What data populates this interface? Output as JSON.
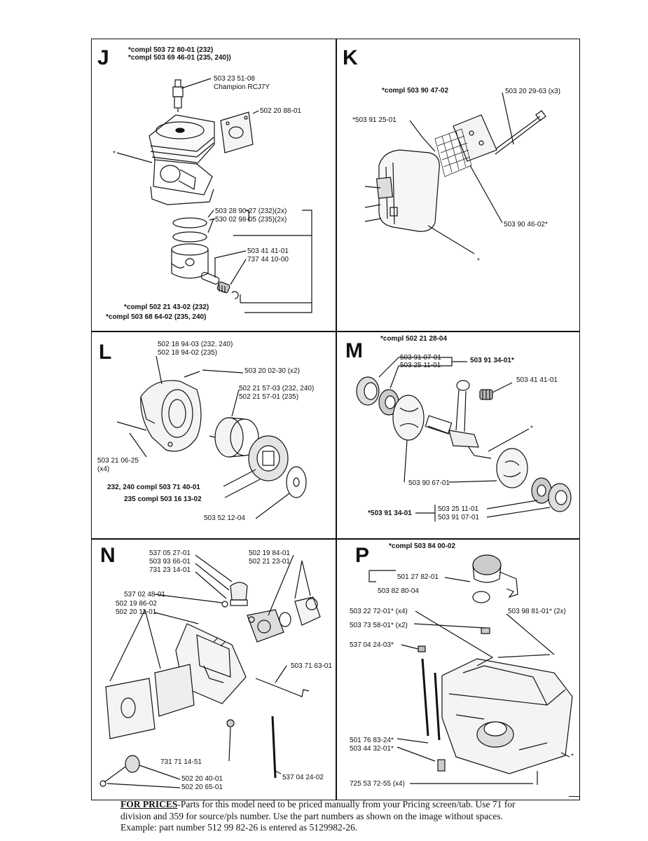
{
  "panels": {
    "J": {
      "letter": "J",
      "header": [
        "*compl 503 72 80-01 (232)",
        "*compl 503 69 46-01 (235, 240))"
      ],
      "labels": {
        "plug_part": "503 23 51-08",
        "plug_name": "Champion RCJ7Y",
        "gasket": "502 20 88-01",
        "ring_232": "503 28 90-27 (232)(2x)",
        "ring_235": "530 02 98-05 (235)(2x)",
        "pin": "503 41 41-01",
        "circlip": "737 44 10-00",
        "piston_232": "*compl 502 21 43-02 (232)",
        "piston_235": "*compl 503 68 64-02 (235, 240)"
      }
    },
    "K": {
      "letter": "K",
      "header": "*compl 503 90 47-02",
      "labels": {
        "screw": "503 20 29-63 (x3)",
        "body": "*503 91 25-01",
        "screen": "503 90 46-02*"
      }
    },
    "L": {
      "letter": "L",
      "labels": {
        "housing_232": "502 18 94-03 (232, 240)",
        "housing_235": "502 18 94-02 (235)",
        "screw_top": "503 20 02-30 (x2)",
        "drum_232": "502 21 57-03 (232, 240)",
        "drum_235": "502 21 57-01 (235)",
        "screw_left": "503 21 06-25",
        "screw_left_qty": "(x4)",
        "clutch_232": "232, 240 compl 503 71 40-01",
        "clutch_235": "235 compl 503 16 13-02",
        "washer": "503 52 12-04"
      }
    },
    "M": {
      "letter": "M",
      "header": "*compl 502 21 28-04",
      "labels": {
        "bearing_top_1": "503 91 07-01",
        "bearing_top_2": "503 25 11-01",
        "kit_top": "503 91 34-01*",
        "needle": "503 41 41-01",
        "flywheel": "503 90 67-01",
        "kit_bottom": "*503 91 34-01",
        "bearing_bot_1": "503 25 11-01",
        "bearing_bot_2": "503 91 07-01"
      }
    },
    "N": {
      "letter": "N",
      "labels": {
        "l1": "537 05 27-01",
        "l2": "503 93 66-01",
        "l3": "731 23 14-01",
        "r1": "502 19 84-01",
        "r2": "502 21 23-01",
        "l4": "537 02 48-01",
        "l5": "502 19 86-02",
        "l6": "502 20 11-01",
        "throttle": "503 71 63-01",
        "nut": "731 71 14-51",
        "knob_1": "502 20 40-01",
        "knob_2": "502 20 65-01",
        "hose": "537 04 24-02"
      }
    },
    "P": {
      "letter": "P",
      "header": "*compl 503 84 00-02",
      "labels": {
        "cap_1": "501 27 82-01",
        "cap_2": "503 82 80-04",
        "screws": "503 22 72-01* (x4)",
        "grommet": "503 73 58-01* (x2)",
        "bolt": "503 98 81-01* (2x)",
        "filter": "537 04 24-03*",
        "line_1": "501 76 83-24*",
        "line_2": "503 44 32-01*",
        "screws_bottom": "725 53 72-55 (x4)"
      }
    }
  },
  "footer": {
    "prefix": "FOR PRICES",
    "line1": "-Parts for this model need to be priced manually from your Pricing screen/tab. Use 71 for",
    "line2": "division and 359 for source/pls number. Use the part numbers as shown on the image without spaces.",
    "line3": "Example: part number 512 99 82-26 is entered as 5129982-26."
  }
}
